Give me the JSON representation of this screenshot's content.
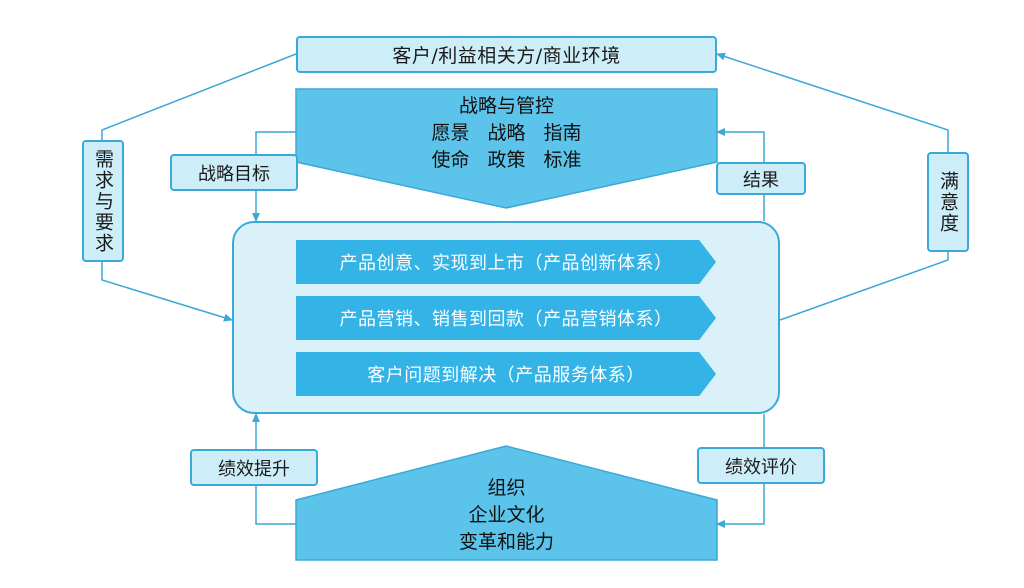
{
  "top_box": "客户/利益相关方/商业环境",
  "strategy": {
    "title": "战略与管控",
    "row1": [
      "愿景",
      "战略",
      "指南"
    ],
    "row2": [
      "使命",
      "政策",
      "标准"
    ]
  },
  "labels": {
    "strategy_goal": "战略目标",
    "result": "结果",
    "demand": "需求与要求",
    "satisfaction": "满意度",
    "perf_improve": "绩效提升",
    "perf_eval": "绩效评价"
  },
  "flows": [
    "产品创意、实现到上市（产品创新体系）",
    "产品营销、销售到回款（产品营销体系）",
    "客户问题到解决（产品服务体系）"
  ],
  "org": {
    "line1": "组织",
    "line2": "企业文化",
    "line3": "变革和能力"
  },
  "colors": {
    "light_fill": "#cdeef9",
    "core_fill": "#dbf1fa",
    "shape_fill": "#5cc3ea",
    "flow_fill": "#33b3e6",
    "line": "#3aa9d8"
  }
}
